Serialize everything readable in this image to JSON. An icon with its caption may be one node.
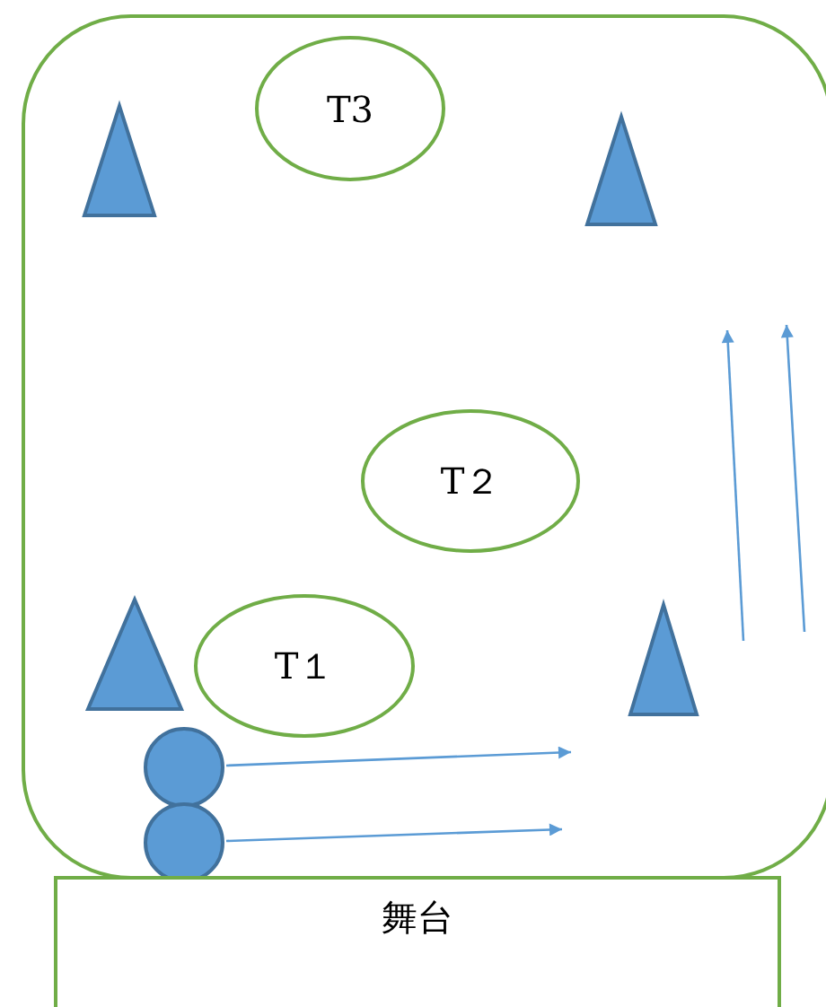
{
  "diagram": {
    "nodes": [
      {
        "text": [],
        "shape": "box"
      },
      {
        "text": [],
        "shape": "triangle",
        "in": 0
      },
      {
        "text": [
          "T3"
        ],
        "in": 0
      },
      {
        "text": [],
        "shape": "triangle",
        "in": 0
      },
      {
        "text": [
          "T２"
        ],
        "in": 0
      },
      {
        "text": [],
        "shape": "triangle",
        "in": 0
      },
      {
        "text": [
          "T１"
        ],
        "in": 0
      },
      {
        "text": [],
        "shape": "triangle",
        "in": 0
      },
      {
        "text": [],
        "shape": "circle",
        "in": 0
      },
      {
        "text": [],
        "shape": "circle",
        "in": 0
      },
      {
        "text": [
          "舞台"
        ]
      }
    ],
    "edges": [
      {
        "from": 8,
        "to": null,
        "arrow": "to"
      },
      {
        "from": 9,
        "to": null,
        "arrow": "to"
      }
    ]
  }
}
